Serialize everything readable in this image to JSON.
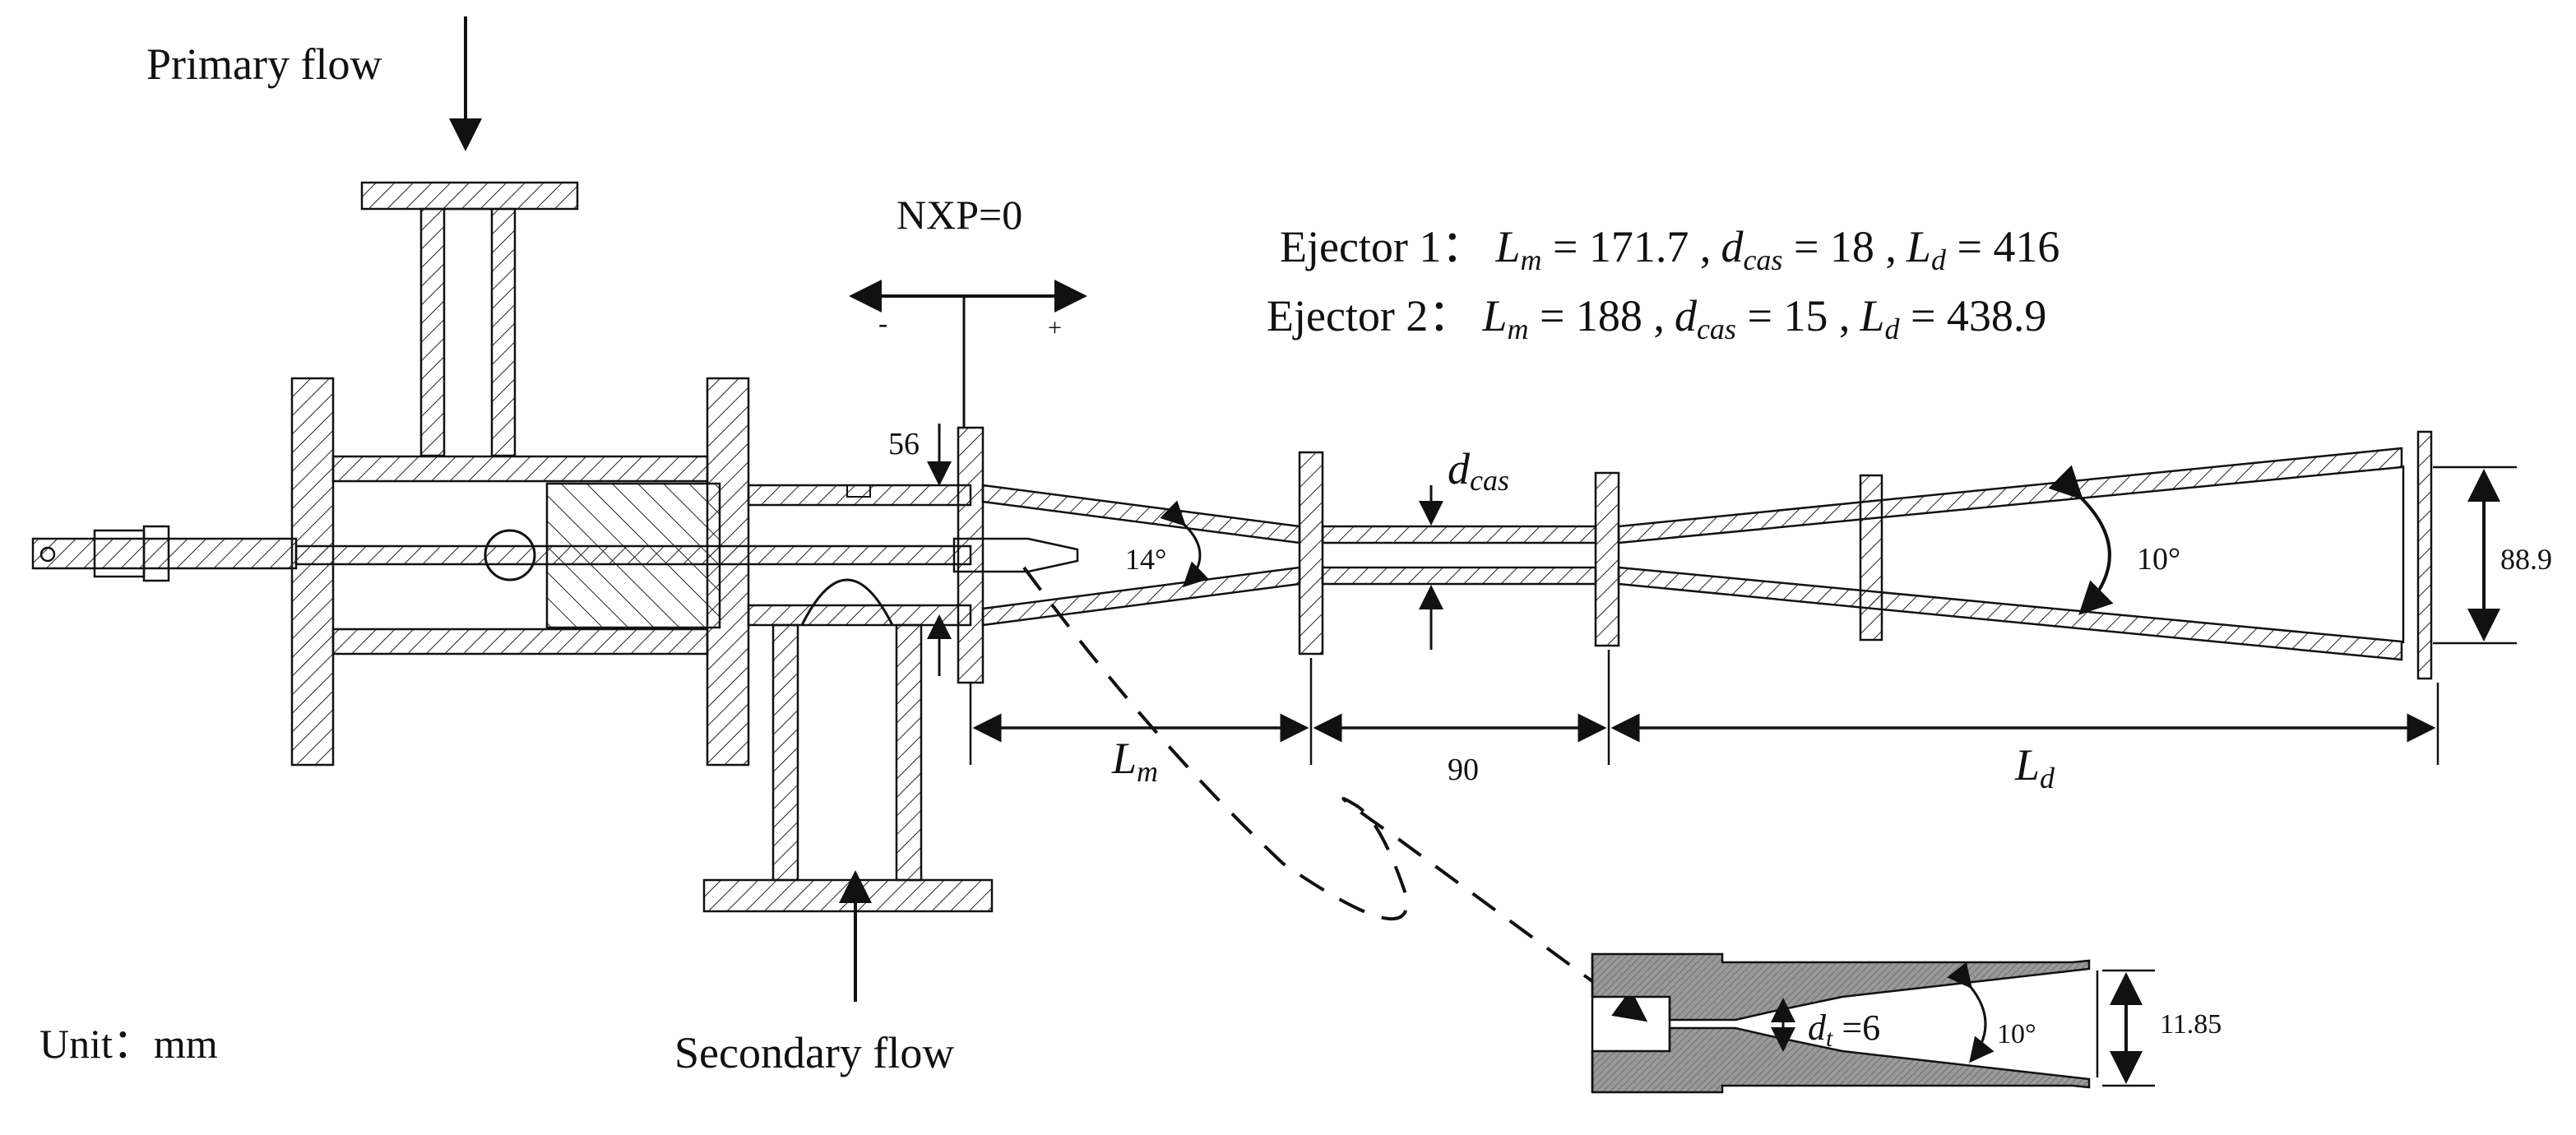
{
  "labels": {
    "primary_flow": "Primary flow",
    "secondary_flow": "Secondary flow",
    "unit": "Unit：mm",
    "nxp": "NXP=0",
    "minus": "-",
    "plus": "+",
    "offset_56": "56",
    "angle_converging": "14°",
    "angle_diffuser": "10°",
    "angle_nozzle": "10°",
    "outlet_diameter": "88.9",
    "length_90": "90",
    "nozzle_exit": "11.85",
    "dcas_d": "d",
    "dcas_sub": "cas",
    "lm_L": "L",
    "lm_sub": "m",
    "ld_L": "L",
    "ld_sub": "d",
    "dt_d": "d",
    "dt_sub": "t",
    "dt_value": " =6"
  },
  "ejectors": [
    {
      "name": "Ejector 1：",
      "lm": " = 171.7 ,",
      "dcas": " = 18 ,",
      "ld": " = 416"
    },
    {
      "name": "Ejector 2：",
      "lm": "  = 188 ,",
      "dcas": " = 15 ,",
      "ld": " = 438.9"
    }
  ]
}
